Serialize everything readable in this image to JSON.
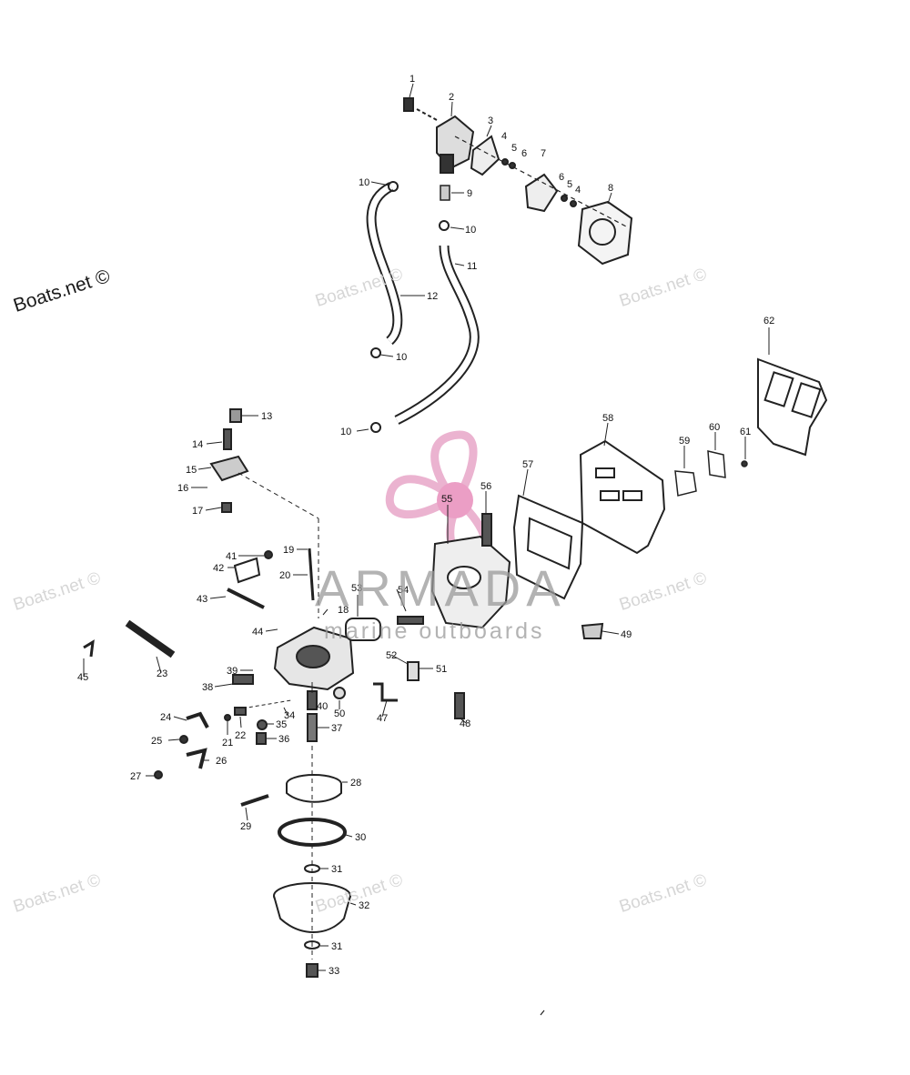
{
  "watermark": {
    "main": "Boats.net ©",
    "repeat": "Boats.net ©"
  },
  "logo": {
    "name": "ARMADA",
    "tagline": "marine outboards",
    "color": "#e8a6c8"
  },
  "part_labels": [
    "1",
    "2",
    "3",
    "4",
    "5",
    "6",
    "7",
    "6",
    "5",
    "4",
    "8",
    "9",
    "10",
    "10",
    "11",
    "12",
    "10",
    "10",
    "13",
    "14",
    "15",
    "16",
    "17",
    "19",
    "20",
    "41",
    "42",
    "43",
    "18",
    "53",
    "54",
    "44",
    "45",
    "23",
    "38",
    "39",
    "40",
    "50",
    "47",
    "48",
    "52",
    "51",
    "49",
    "55",
    "56",
    "57",
    "58",
    "59",
    "60",
    "61",
    "62",
    "24",
    "21",
    "22",
    "34",
    "35",
    "36",
    "37",
    "25",
    "26",
    "27",
    "28",
    "29",
    "30",
    "31",
    "32",
    "31",
    "33"
  ],
  "colors": {
    "line": "#222222",
    "watermark": "#d6d6d6",
    "accent": "#e8a6c8"
  }
}
